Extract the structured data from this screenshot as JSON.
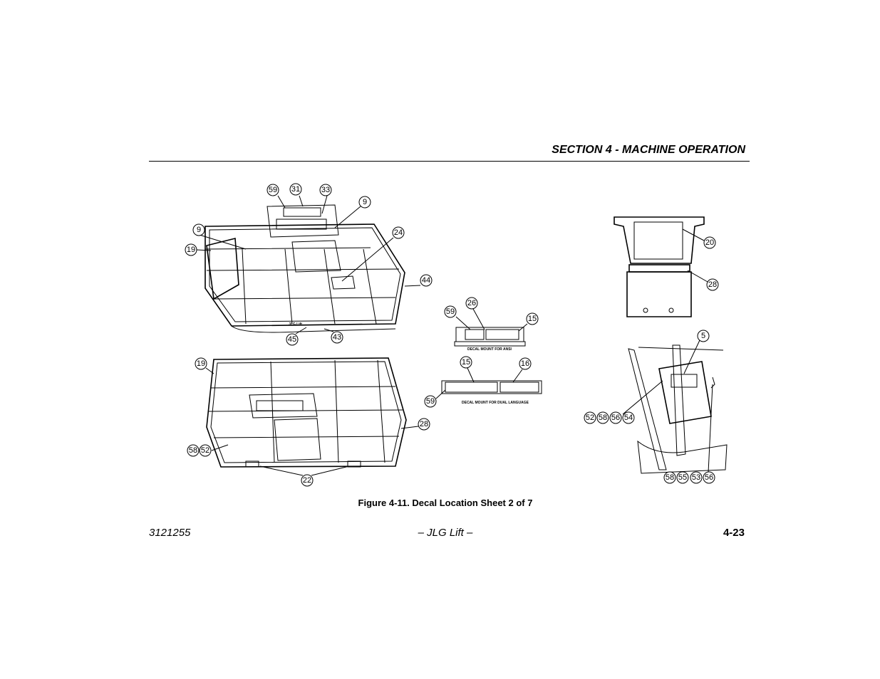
{
  "header": {
    "section_title": "SECTION 4 - MACHINE OPERATION"
  },
  "figure": {
    "caption": "Figure 4-11. Decal Location Sheet 2 of 7",
    "callouts": {
      "a59": "59",
      "a31": "31",
      "a33": "33",
      "a9r": "9",
      "a9l": "9",
      "a19": "19",
      "a24": "24",
      "a44": "44",
      "a45": "45",
      "a43": "43",
      "b19": "19",
      "b28": "28",
      "b58": "58",
      "b52": "52",
      "b22": "22",
      "m59": "59",
      "m26": "26",
      "m15": "15",
      "m15b": "15",
      "m16": "16",
      "m59b": "59",
      "r20": "20",
      "r28": "28",
      "r5": "5",
      "r52": "52",
      "r58": "58",
      "r56": "56",
      "r54": "54",
      "r58b": "58",
      "r55": "55",
      "r53": "53",
      "r56b": "56"
    },
    "labels": {
      "mount_ansi": "DECAL MOUNT FOR ANSI",
      "mount_dual": "DECAL MOUNT FOR DUAL LANGUAGE",
      "logo_text": "JLG Lift"
    }
  },
  "footer": {
    "doc_number": "3121255",
    "center": "– JLG Lift –",
    "page": "4-23"
  }
}
